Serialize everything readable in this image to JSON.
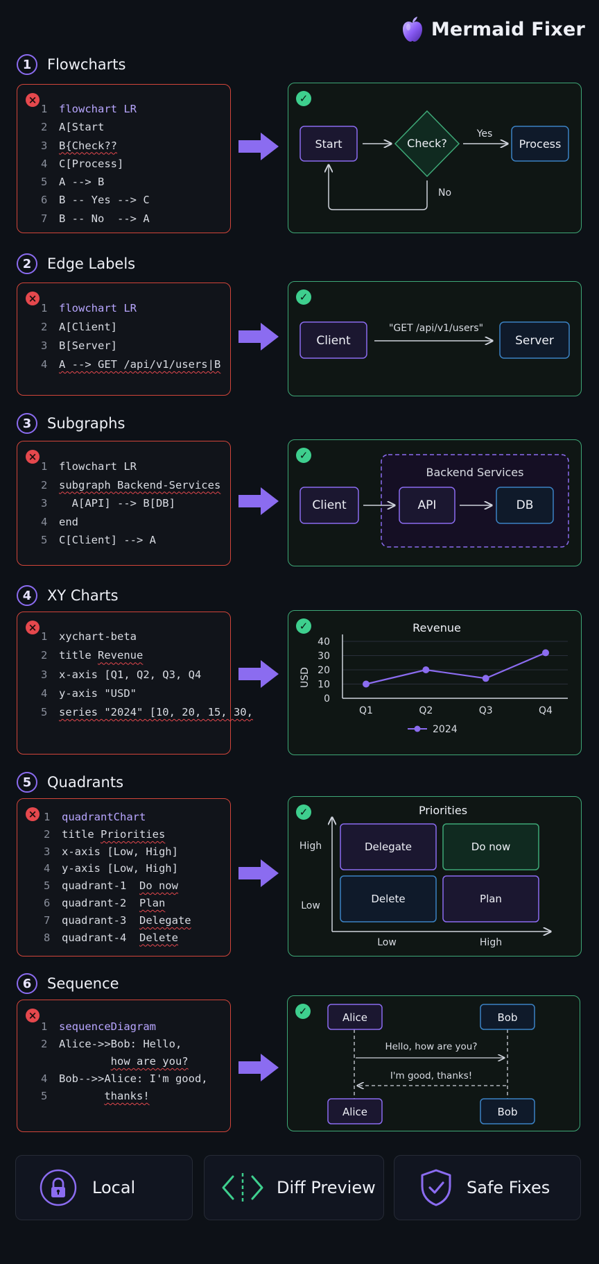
{
  "brand": {
    "title": "Mermaid Fixer",
    "icon": "apple-logo-icon"
  },
  "sections": [
    {
      "number": "1",
      "title": "Flowcharts"
    },
    {
      "number": "2",
      "title": "Edge Labels"
    },
    {
      "number": "3",
      "title": "Subgraphs"
    },
    {
      "number": "4",
      "title": "XY Charts"
    },
    {
      "number": "5",
      "title": "Quadrants"
    },
    {
      "number": "6",
      "title": "Sequence"
    }
  ],
  "flowchart": {
    "code": [
      "flowchart LR",
      "A[Start",
      "B{Check??",
      "C[Process]",
      "A --> B",
      "B -- Yes --> C",
      "B -- No  --> A"
    ],
    "nodes": {
      "start": "Start",
      "check": "Check?",
      "process": "Process"
    },
    "edges": {
      "yes": "Yes",
      "no": "No"
    }
  },
  "edge_labels": {
    "code": [
      "flowchart LR",
      "A[Client]",
      "B[Server]",
      "A --> GET /api/v1/users|B"
    ],
    "nodes": {
      "client": "Client",
      "server": "Server"
    },
    "edge_label": "\"GET /api/v1/users\""
  },
  "subgraphs": {
    "code": [
      "flowchart LR",
      "subgraph Backend-Services",
      "  A[API] --> B[DB]",
      "end",
      "C[Client] --> A"
    ],
    "group_title": "Backend Services",
    "nodes": {
      "client": "Client",
      "api": "API",
      "db": "DB"
    }
  },
  "xy_code": [
    "xychart-beta",
    "title Revenue",
    "x-axis [Q1, Q2, Q3, Q4",
    "y-axis \"USD\"",
    "series \"2024\" [10, 20, 15, 30,"
  ],
  "quadrants": {
    "code": [
      "quadrantChart",
      "title Priorities",
      "x-axis [Low, High]",
      "y-axis [Low, High]",
      "quadrant-1  Do now",
      "quadrant-2  Plan",
      "quadrant-3  Delegate",
      "quadrant-4  Delete"
    ],
    "title": "Priorities",
    "cells": {
      "top_left": "Delegate",
      "top_right": "Do now",
      "bottom_left": "Delete",
      "bottom_right": "Plan"
    },
    "y_labels": {
      "high": "High",
      "low": "Low"
    },
    "x_labels": {
      "low": "Low",
      "high": "High"
    },
    "colors": {
      "purple": "#8b6cf0",
      "green": "#3ea877",
      "blue": "#3b82c4"
    }
  },
  "sequence": {
    "code": [
      "sequenceDiagram",
      "Alice->>Bob: Hello,",
      "how are you?",
      "Bob-->>Alice: I'm good,",
      "thanks!"
    ],
    "participants": {
      "alice": "Alice",
      "bob": "Bob"
    },
    "messages": {
      "m1": "Hello, how are you?",
      "m2": "I'm good, thanks!"
    }
  },
  "chart_data": {
    "type": "line",
    "title": "Revenue",
    "ylabel": "USD",
    "xlabel": "",
    "categories": [
      "Q1",
      "Q2",
      "Q3",
      "Q4"
    ],
    "series": [
      {
        "name": "2024",
        "values": [
          10,
          20,
          14,
          32
        ],
        "color": "#8b6cf0"
      }
    ],
    "ylim": [
      0,
      40
    ],
    "yticks": [
      0,
      10,
      20,
      30,
      40
    ],
    "grid": true,
    "legend": "bottom"
  },
  "features": [
    {
      "label": "Local",
      "icon": "padlock-icon"
    },
    {
      "label": "Diff Preview",
      "icon": "diff-code-icon"
    },
    {
      "label": "Safe Fixes",
      "icon": "shield-check-icon"
    }
  ],
  "colors": {
    "error": "#e5484d",
    "success": "#3ecf8e",
    "accent": "#8b6cf0",
    "background": "#0d1117"
  }
}
